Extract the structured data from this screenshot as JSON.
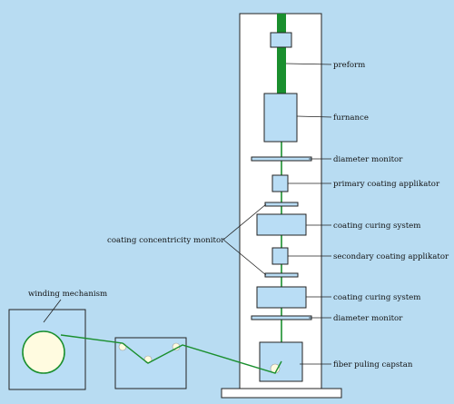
{
  "labels": {
    "preform": "preform",
    "furnace": "furnance",
    "diameter_monitor_top": "diameter monitor",
    "primary_coating": "primary coating applikator",
    "coating_curing_top": "coating curing system",
    "coating_concentricity": "coating concentricity monitor",
    "secondary_coating": "secondary coating applikator",
    "coating_curing_bottom": "coating curing system",
    "diameter_monitor_bottom": "diameter monitor",
    "capstan": "fiber puling capstan",
    "winding": "winding mechanism"
  },
  "colors": {
    "background": "#b8dcf2",
    "tower": "#ffffff",
    "component": "#b9ddf5",
    "fiber": "#1a8f2e",
    "pulley": "#fffbe0",
    "outline": "#222222"
  }
}
